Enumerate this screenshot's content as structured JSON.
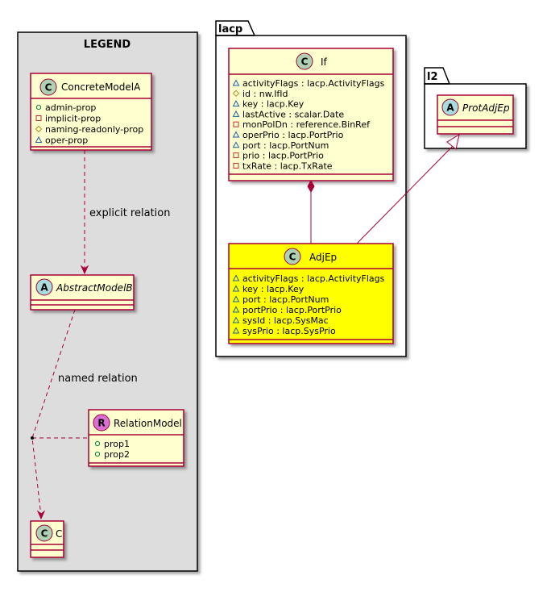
{
  "colors": {
    "class_fill": "#FEFECE",
    "class_border": "#A80036",
    "highlight_fill": "#FFFF00",
    "legend_fill": "#DDDDDD",
    "package_fill": "#FFFFFF",
    "badge_class": "#ADD1B2",
    "badge_abstract": "#A9DCDF",
    "badge_relation": "#DA70D6"
  },
  "legend": {
    "title": "LEGEND",
    "concrete": {
      "badge": "C",
      "name": "ConcreteModelA",
      "attrs": [
        {
          "vis": "public",
          "text": "admin-prop"
        },
        {
          "vis": "private",
          "text": "implicit-prop"
        },
        {
          "vis": "protected",
          "text": "naming-readonly-prop"
        },
        {
          "vis": "package",
          "text": "oper-prop"
        }
      ]
    },
    "abstract": {
      "badge": "A",
      "name": "AbstractModelB"
    },
    "relation": {
      "badge": "R",
      "name": "RelationModel",
      "attrs": [
        {
          "vis": "public",
          "text": "prop1"
        },
        {
          "vis": "public",
          "text": "prop2"
        }
      ]
    },
    "c_class": {
      "badge": "C",
      "name": "C"
    },
    "explicit_label": "explicit relation",
    "named_label": "named relation"
  },
  "lacp": {
    "package": "lacp",
    "if_class": {
      "badge": "C",
      "name": "If",
      "attrs": [
        {
          "vis": "package",
          "text": "activityFlags : lacp.ActivityFlags"
        },
        {
          "vis": "protected",
          "text": "id : nw.IfId"
        },
        {
          "vis": "package",
          "text": "key : lacp.Key"
        },
        {
          "vis": "package",
          "text": "lastActive : scalar.Date"
        },
        {
          "vis": "private",
          "text": "monPolDn : reference.BinRef"
        },
        {
          "vis": "package",
          "text": "operPrio : lacp.PortPrio"
        },
        {
          "vis": "package",
          "text": "port : lacp.PortNum"
        },
        {
          "vis": "private",
          "text": "prio : lacp.PortPrio"
        },
        {
          "vis": "private",
          "text": "txRate : lacp.TxRate"
        }
      ]
    },
    "adjep": {
      "badge": "C",
      "name": "AdjEp",
      "attrs": [
        {
          "vis": "package",
          "text": "activityFlags : lacp.ActivityFlags"
        },
        {
          "vis": "package",
          "text": "key : lacp.Key"
        },
        {
          "vis": "package",
          "text": "port : lacp.PortNum"
        },
        {
          "vis": "package",
          "text": "portPrio : lacp.PortPrio"
        },
        {
          "vis": "package",
          "text": "sysId : lacp.SysMac"
        },
        {
          "vis": "package",
          "text": "sysPrio : lacp.SysPrio"
        }
      ]
    }
  },
  "l2": {
    "package": "l2",
    "protadjep": {
      "badge": "A",
      "name": "ProtAdjEp"
    }
  }
}
